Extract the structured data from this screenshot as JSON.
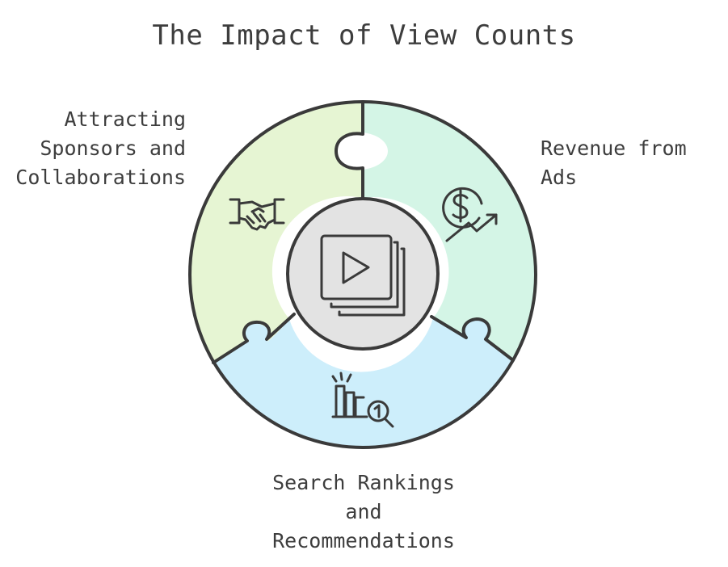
{
  "title": "The Impact of View Counts",
  "segments": [
    {
      "id": "sponsors",
      "label_lines": [
        "Attracting",
        "Sponsors and",
        "Collaborations"
      ],
      "icon": "handshake-icon",
      "color": "#e6f5d3"
    },
    {
      "id": "revenue",
      "label_lines": [
        "Revenue from",
        "Ads"
      ],
      "icon": "dollar-growth-icon",
      "color": "#d4f5e6"
    },
    {
      "id": "search",
      "label_lines": [
        "Search Rankings",
        "and",
        "Recommendations"
      ],
      "icon": "ranking-search-icon",
      "color": "#cdeefb"
    }
  ],
  "center": {
    "icon": "video-play-icon",
    "color": "#e3e3e3"
  },
  "colors": {
    "outline": "#3a3a3a",
    "text": "#3d3d3d"
  }
}
